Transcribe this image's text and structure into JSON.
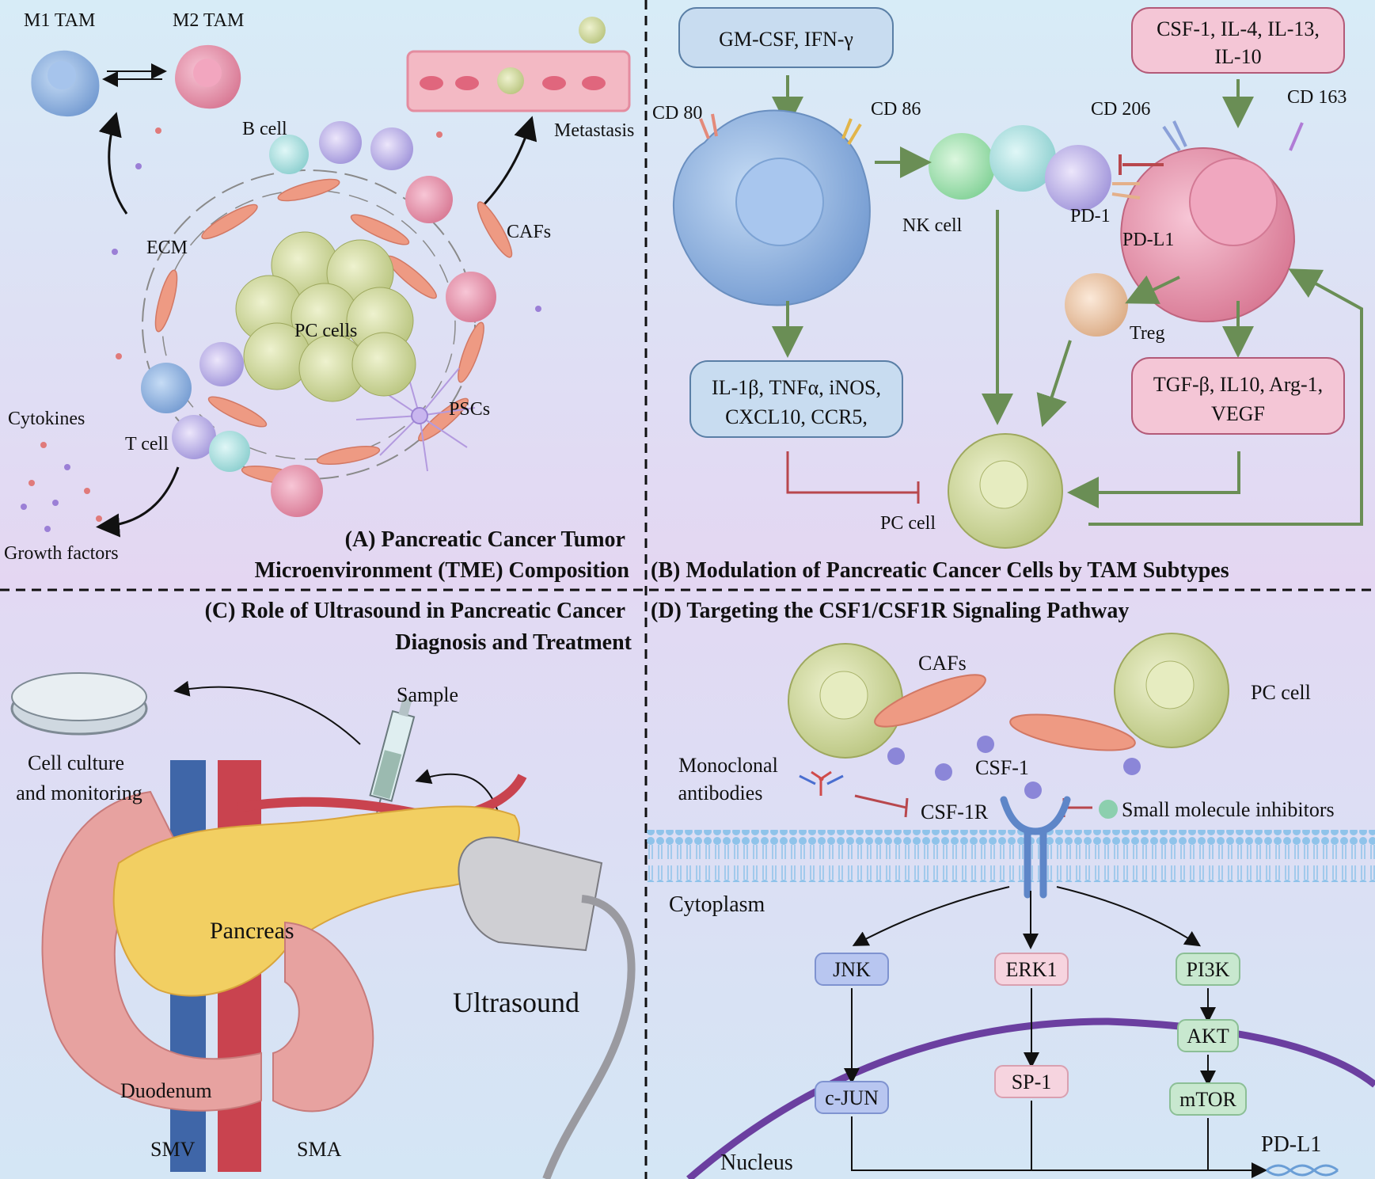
{
  "panelA": {
    "title_line1": "(A) Pancreatic Cancer Tumor",
    "title_line2": "Microenvironment (TME) Composition",
    "m1_tam": "M1 TAM",
    "m2_tam": "M2 TAM",
    "b_cell": "B cell",
    "metastasis": "Metastasis",
    "ecm": "ECM",
    "cafs": "CAFs",
    "pc_cells": "PC cells",
    "pscs": "PSCs",
    "cytokines": "Cytokines",
    "t_cell": "T cell",
    "growth_factors": "Growth factors"
  },
  "panelB": {
    "title": "(B) Modulation of Pancreatic Cancer Cells by TAM Subtypes",
    "m1_inducers": "GM-CSF, IFN-γ",
    "m2_inducers_line1": "CSF-1, IL-4, IL-13,",
    "m2_inducers_line2": "IL-10",
    "cd80": "CD 80",
    "cd86": "CD 86",
    "cd206": "CD 206",
    "cd163": "CD 163",
    "nk_cell": "NK cell",
    "pd1": "PD-1",
    "pdl1": "PD-L1",
    "treg": "Treg",
    "m1_factors_line1": "IL-1β, TNFα, iNOS,",
    "m1_factors_line2": "CXCL10, CCR5,",
    "m2_factors_line1": "TGF-β, IL10, Arg-1,",
    "m2_factors_line2": "VEGF",
    "pc_cell": "PC cell"
  },
  "panelC": {
    "title_line1": "(C) Role of Ultrasound in Pancreatic Cancer",
    "title_line2": "Diagnosis and Treatment",
    "sample": "Sample",
    "cell_culture_line1": "Cell culture",
    "cell_culture_line2": "and monitoring",
    "pancreas": "Pancreas",
    "ultrasound": "Ultrasound",
    "duodenum": "Duodenum",
    "smv": "SMV",
    "sma": "SMA"
  },
  "panelD": {
    "title": "(D) Targeting the CSF1/CSF1R Signaling Pathway",
    "cafs": "CAFs",
    "pc_cell": "PC cell",
    "mab_line1": "Monoclonal",
    "mab_line2": "antibodies",
    "csf1": "CSF-1",
    "csf1r": "CSF-1R",
    "small_molecule": "Small molecule inhibitors",
    "cytoplasm": "Cytoplasm",
    "jnk": "JNK",
    "erk1": "ERK1",
    "pi3k": "PI3K",
    "akt": "AKT",
    "cjun": "c-JUN",
    "sp1": "SP-1",
    "mtor": "mTOR",
    "nucleus": "Nucleus",
    "pdl1": "PD-L1"
  },
  "colors": {
    "m1": "#8fb3e0",
    "m2": "#e89ab4",
    "pc": "#d8e0a8",
    "arrow_green": "#6a8e55",
    "inhibit_red": "#b8474d",
    "membrane": "#8fbfe6",
    "nucleus": "#6b3fa0"
  }
}
